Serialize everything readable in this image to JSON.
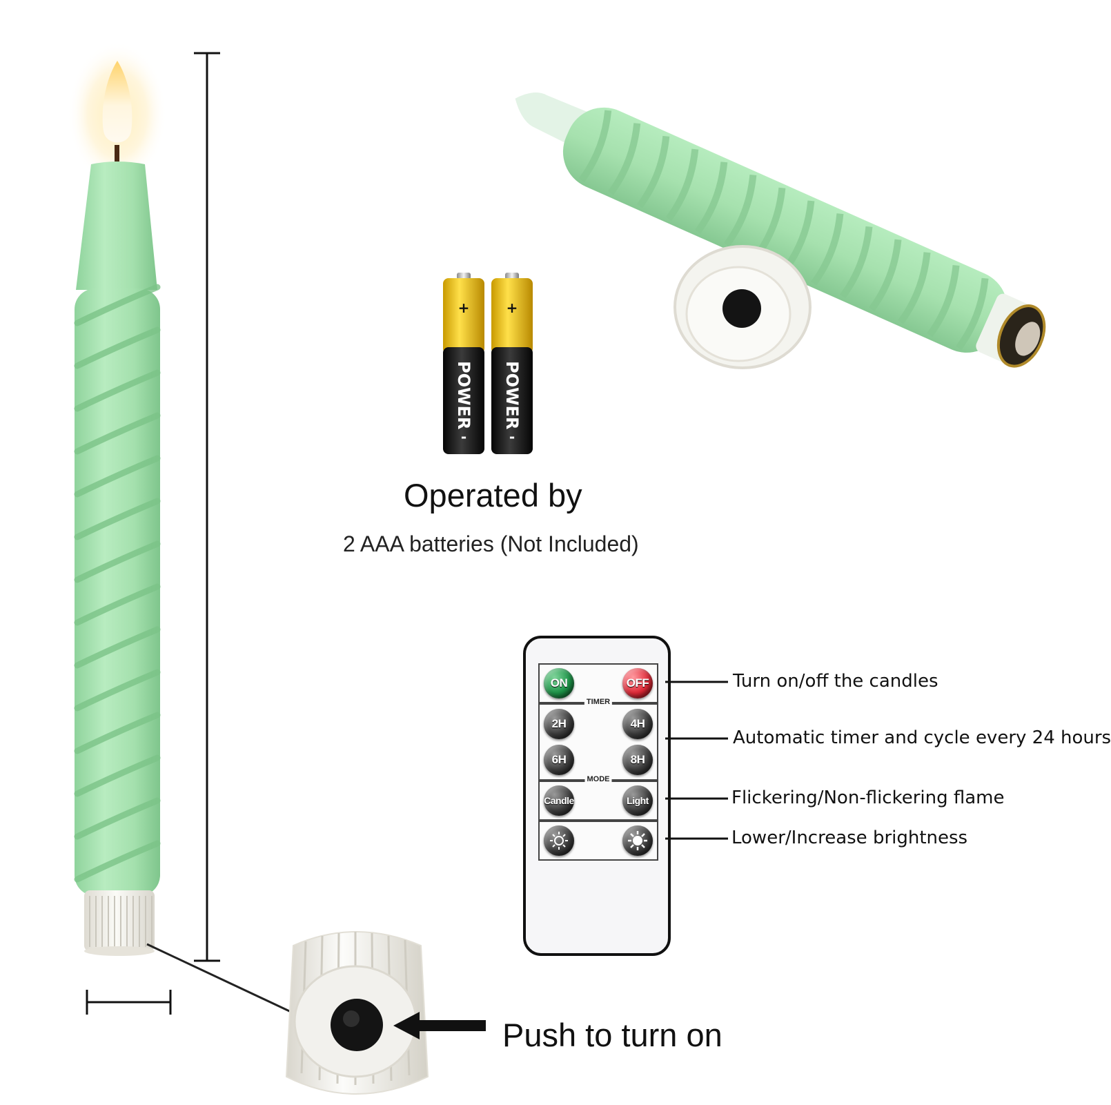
{
  "batteries": {
    "brand": "POWER",
    "count": 2,
    "plus": "+",
    "minus": "-"
  },
  "operated": {
    "title": "Operated by",
    "subtitle": "2 AAA batteries (Not Included)"
  },
  "push": {
    "label": "Push to turn on"
  },
  "remote": {
    "buttons": {
      "on": "ON",
      "off": "OFF",
      "timer_title": "TIMER",
      "t2": "2H",
      "t4": "4H",
      "t6": "6H",
      "t8": "8H",
      "mode_title": "MODE",
      "candle": "Candle",
      "light": "Light"
    },
    "icons": [
      "dim-icon",
      "brighten-icon"
    ]
  },
  "annotations": [
    "Turn on/off the candles",
    "Automatic timer and cycle every 24 hours",
    "Flickering/Non-flickering flame",
    "Lower/Increase brightness"
  ],
  "colors": {
    "candle_green": "#a8e2b0",
    "candle_green_dark": "#82c98e",
    "base_white": "#f4f4f0",
    "battery_yellow": "#f2c200",
    "battery_black": "#1a1a1a",
    "flame": "#ffe9a8"
  }
}
